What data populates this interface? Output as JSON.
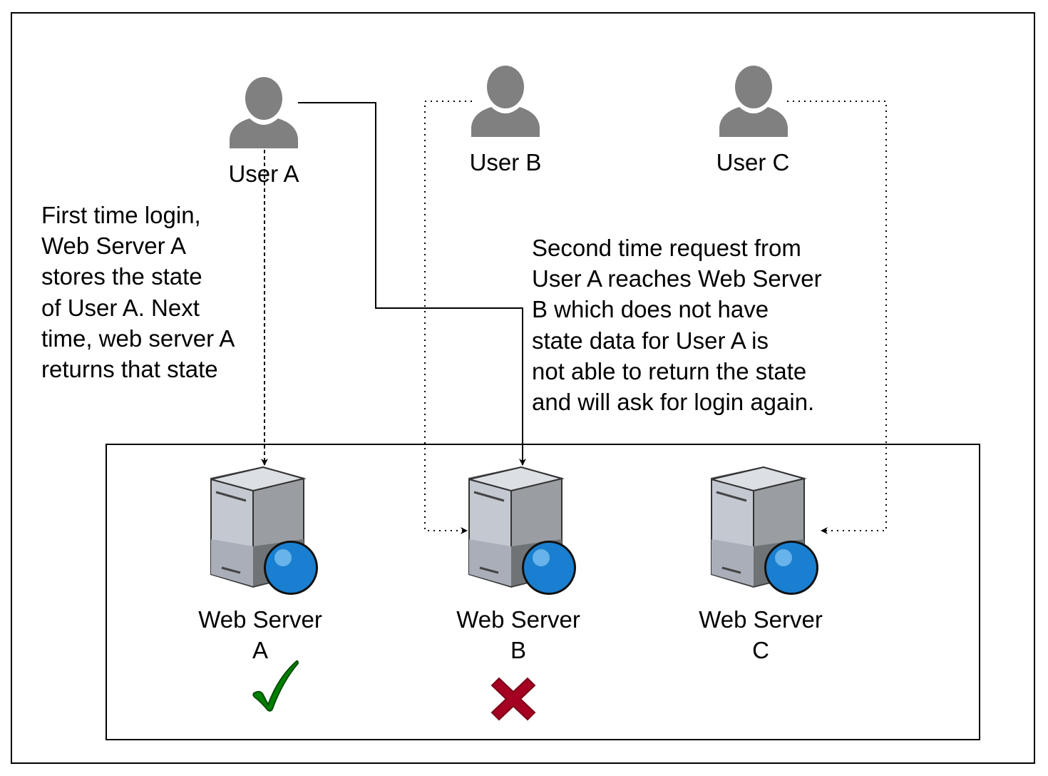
{
  "users": [
    {
      "id": "a",
      "label": "User A"
    },
    {
      "id": "b",
      "label": "User B"
    },
    {
      "id": "c",
      "label": "User C"
    }
  ],
  "servers": [
    {
      "id": "a",
      "label_line1": "Web Server",
      "label_line2": "A",
      "status": "check"
    },
    {
      "id": "b",
      "label_line1": "Web Server",
      "label_line2": "B",
      "status": "cross"
    },
    {
      "id": "c",
      "label_line1": "Web Server",
      "label_line2": "C",
      "status": "none"
    }
  ],
  "notes": {
    "left": "First time login,\nWeb Server A\nstores the state\nof User A. Next\ntime, web server A\nreturns that state",
    "right": "Second time request from\nUser A reaches Web Server\nB which does not have\nstate data for User A is\nnot able to return the state\nand will ask for login again."
  },
  "colors": {
    "user_icon": "#808080",
    "check": "#008000",
    "cross": "#a50021",
    "globe": "#1a7fd0"
  }
}
